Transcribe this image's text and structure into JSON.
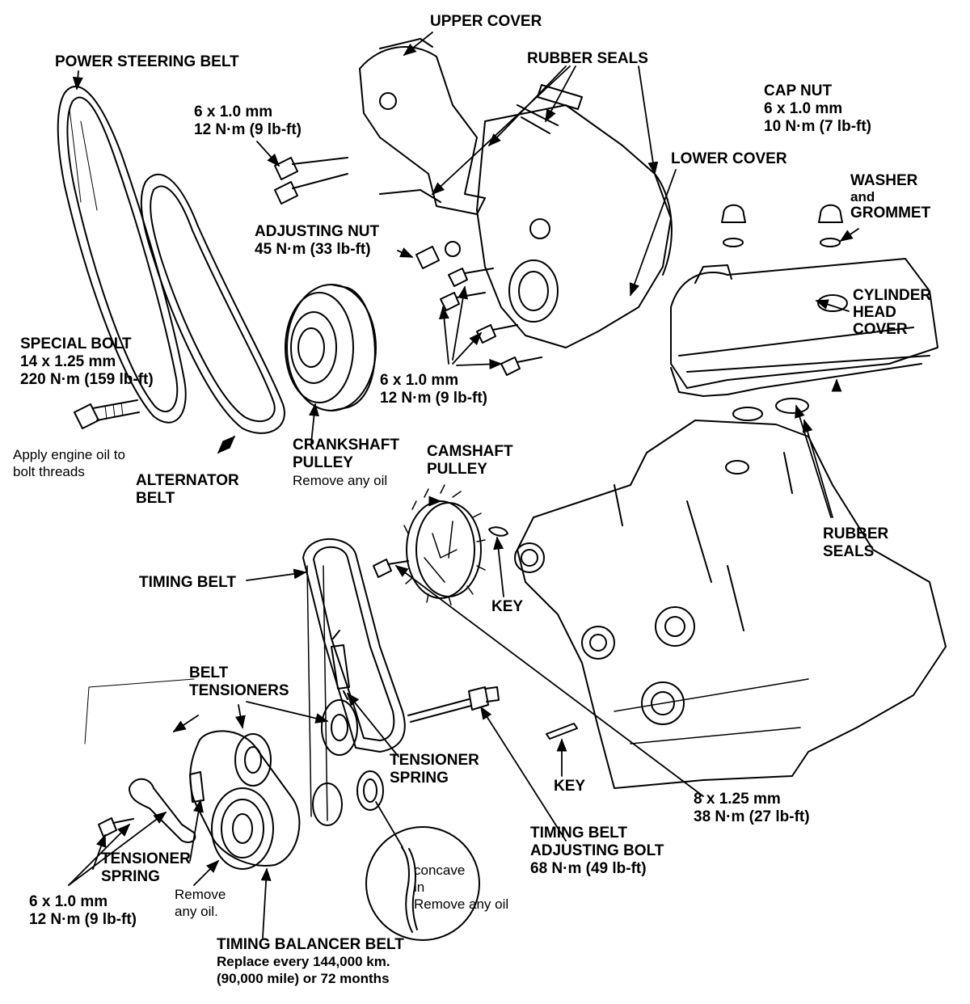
{
  "colors": {
    "ink": "#000000",
    "paper": "#ffffff"
  },
  "labels": {
    "upper_cover": "UPPER COVER",
    "power_steering_belt": "POWER STEERING BELT",
    "rubber_seals_top": "RUBBER SEALS",
    "cap_nut": [
      "CAP NUT",
      "6 x 1.0 mm",
      "10 N·m (7 lb-ft)"
    ],
    "bolt_6x1_top": [
      "6 x 1.0 mm",
      "12 N·m (9 lb-ft)"
    ],
    "lower_cover": "LOWER COVER",
    "washer_grommet": [
      "WASHER",
      "and",
      "GROMMET"
    ],
    "adjusting_nut": [
      "ADJUSTING NUT",
      "45 N·m (33 lb-ft)"
    ],
    "cylinder_head_cover": [
      "CYLINDER",
      "HEAD",
      "COVER"
    ],
    "special_bolt": [
      "SPECIAL BOLT",
      "14 x 1.25 mm",
      "220 N·m (159 lb-ft)"
    ],
    "bolt_6x1_mid": [
      "6 x 1.0 mm",
      "12 N·m (9 lb-ft)"
    ],
    "apply_oil": [
      "Apply engine oil to",
      "bolt threads"
    ],
    "alternator_belt": [
      "ALTERNATOR",
      "BELT"
    ],
    "crankshaft_pulley": [
      "CRANKSHAFT",
      "PULLEY",
      "Remove any oil"
    ],
    "camshaft_pulley": [
      "CAMSHAFT",
      "PULLEY"
    ],
    "rubber_seals_right": [
      "RUBBER",
      "SEALS"
    ],
    "timing_belt": "TIMING BELT",
    "key_upper": "KEY",
    "belt_tensioners": [
      "BELT",
      "TENSIONERS"
    ],
    "tensioner_spring_mid": [
      "TENSIONER",
      "SPRING"
    ],
    "key_lower": "KEY",
    "bolt_8x125": [
      "8 x 1.25 mm",
      "38 N·m (27 lb-ft)"
    ],
    "tensioner_spring_left": [
      "TENSIONER",
      "SPRING"
    ],
    "timing_belt_adjusting_bolt": [
      "TIMING BELT",
      "ADJUSTING BOLT",
      "68 N·m (49 lb-ft)"
    ],
    "concave_note": [
      "concave",
      "in",
      "Remove any oil"
    ],
    "bolt_6x1_bottom": [
      "6 x 1.0 mm",
      "12 N·m (9 lb-ft)"
    ],
    "remove_any_oil": [
      "Remove",
      "any oil."
    ],
    "timing_balancer_belt": [
      "TIMING BALANCER BELT",
      "Replace every 144,000 km.",
      "(90,000 mile) or 72 months"
    ]
  }
}
